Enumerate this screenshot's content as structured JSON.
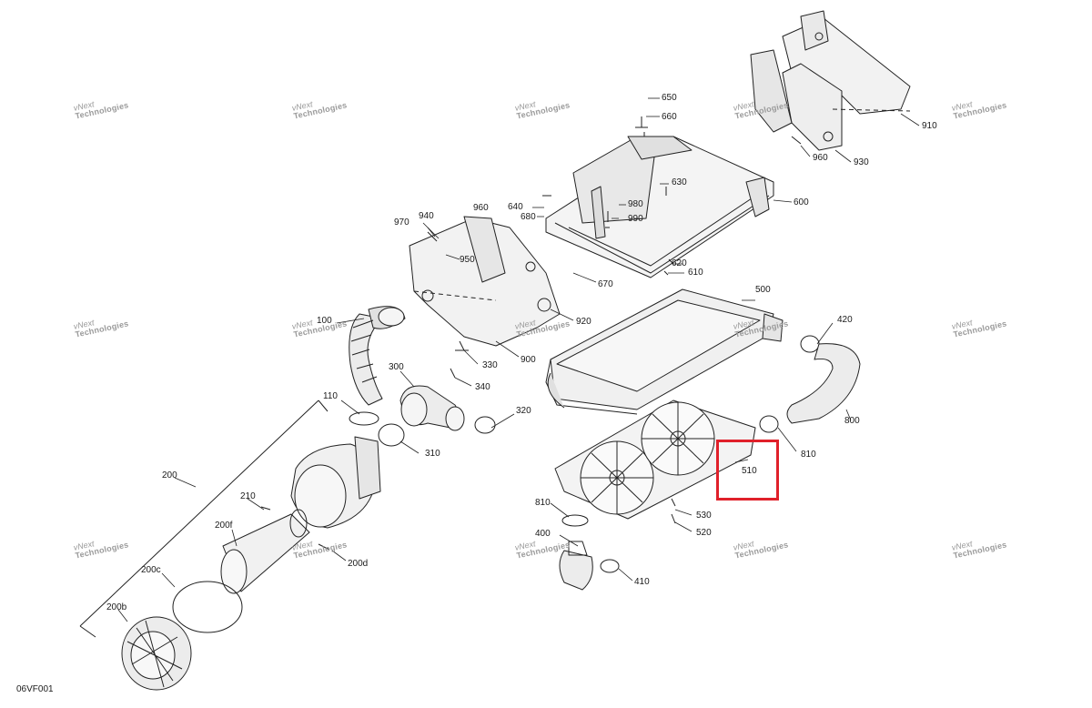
{
  "drawing_code": "06VF001",
  "watermark": {
    "line1": "vNext",
    "line2": "Technologies"
  },
  "highlighted_part": "510",
  "highlight_color": "#e0202a",
  "part_labels": {
    "p650": "650",
    "p660": "660",
    "p630": "630",
    "p640": "640",
    "p680": "680",
    "p980": "980",
    "p990": "990",
    "p600": "600",
    "p620": "620",
    "p610": "610",
    "p670": "670",
    "p910": "910",
    "p930": "930",
    "p960a": "960",
    "p960b": "960",
    "p970": "970",
    "p940": "940",
    "p950": "950",
    "p920": "920",
    "p900": "900",
    "p100": "100",
    "p330": "330",
    "p340": "340",
    "p300": "300",
    "p320": "320",
    "p310": "310",
    "p110": "110",
    "p500": "500",
    "p420": "420",
    "p800": "800",
    "p810a": "810",
    "p810b": "810",
    "p510": "510",
    "p530": "530",
    "p520": "520",
    "p400": "400",
    "p410": "410",
    "p200": "200",
    "p210": "210",
    "p200f": "200f",
    "p200d": "200d",
    "p200c": "200c",
    "p200b": "200b"
  }
}
